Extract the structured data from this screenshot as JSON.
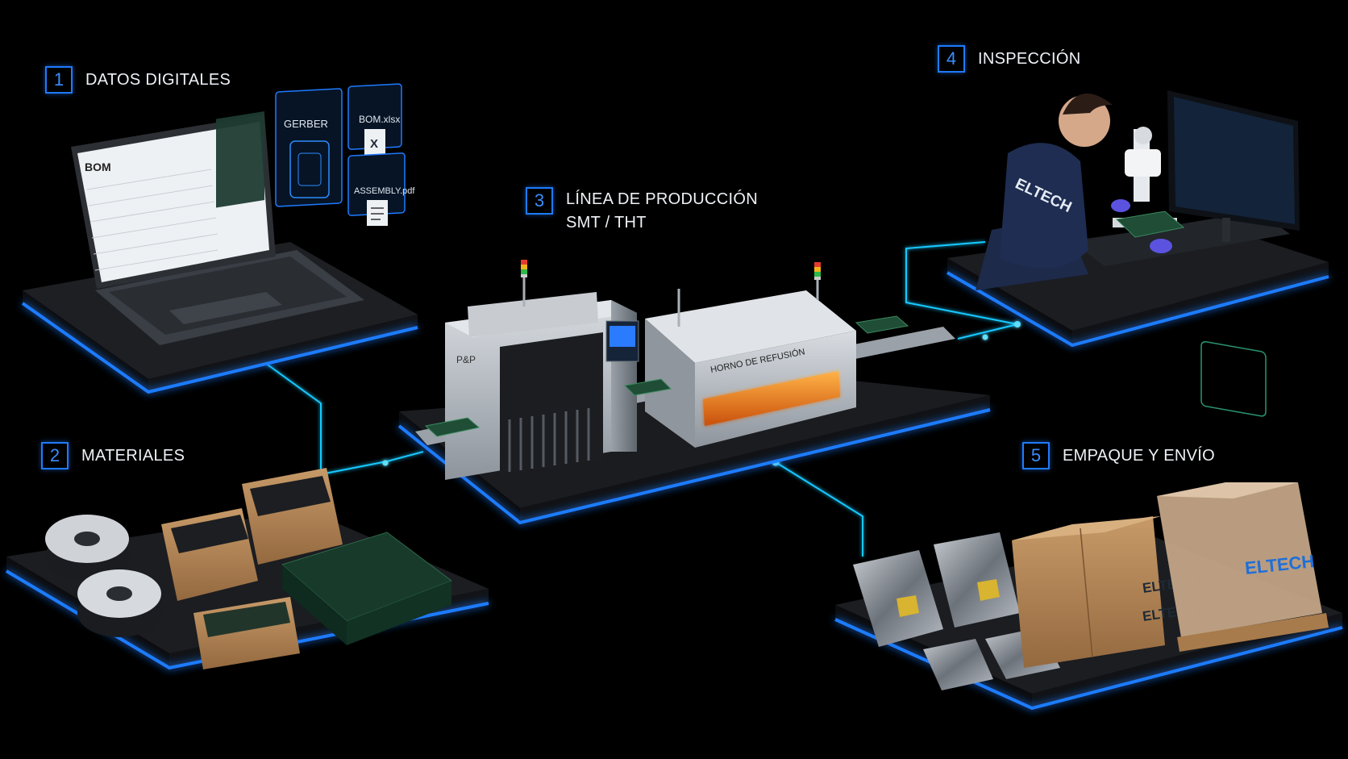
{
  "steps": [
    {
      "number": "1",
      "title": "DATOS DIGITALES"
    },
    {
      "number": "2",
      "title": "MATERIALES"
    },
    {
      "number": "3",
      "title": "LÍNEA DE PRODUCCIÓN",
      "subtitle": "SMT / THT"
    },
    {
      "number": "4",
      "title": "INSPECCIÓN"
    },
    {
      "number": "5",
      "title": "EMPAQUE Y ENVÍO"
    }
  ],
  "files": {
    "gerber": "GERBER",
    "bom": "BOM.xlsx",
    "bom_icon": "X",
    "assembly": "ASSEMBLY.pdf"
  },
  "laptop": {
    "screen_title": "BOM"
  },
  "machines": {
    "pick_place": "P&P",
    "oven": "HORNO DE REFUSIÓN"
  },
  "brand": "ELTECH",
  "colors": {
    "background": "#000000",
    "accent_blue": "#1f7bff",
    "connector_cyan": "#18c8ff",
    "platform": "#17191d",
    "oven_glow": "#ff8a1f"
  }
}
